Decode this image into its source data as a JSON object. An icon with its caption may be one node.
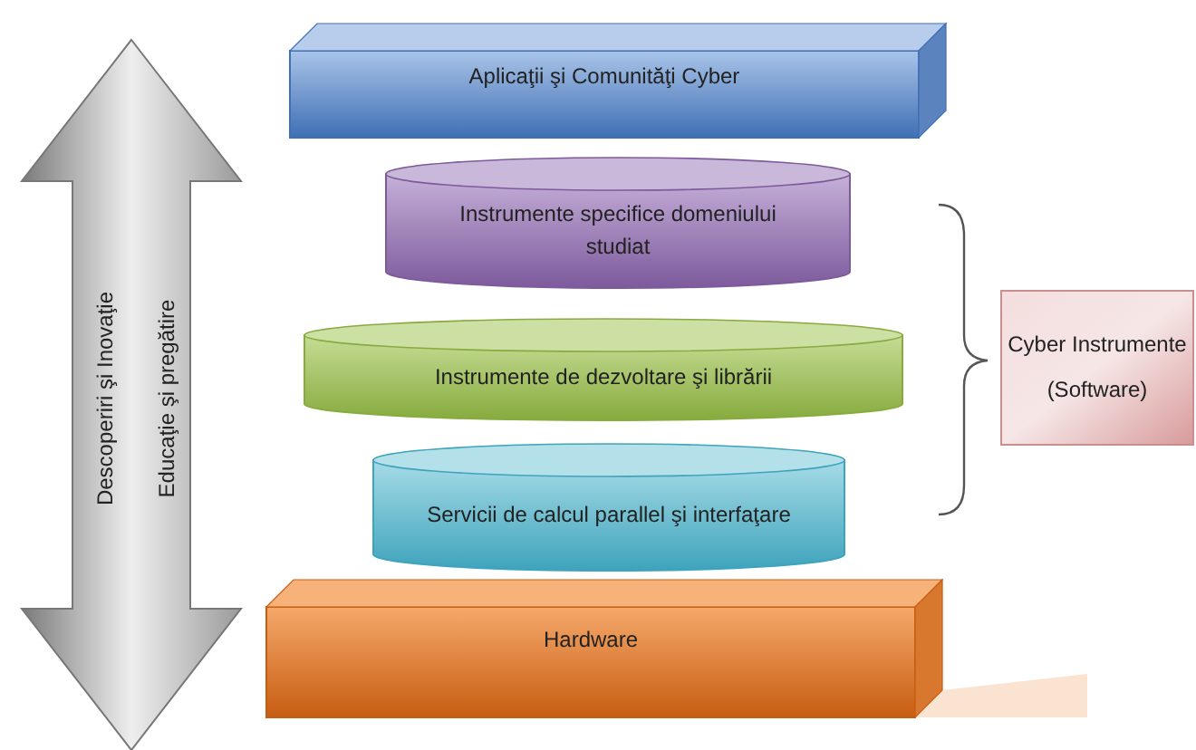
{
  "diagram": {
    "nodes": [
      {
        "text": [
          "Aplicaţii şi Comunităţi Cyber"
        ]
      },
      {
        "text": [
          "Instrumente specifice domeniului studiat"
        ]
      },
      {
        "text": [
          "Instrumente de dezvoltare şi librării"
        ]
      },
      {
        "text": [
          "Servicii de calcul parallel şi interfaţare"
        ]
      },
      {
        "text": [
          "Hardware"
        ]
      },
      {
        "text": [
          "Cyber Instrumente",
          "(Software)"
        ]
      },
      {
        "text": [
          "Descoperiri şi Inovaţie",
          "Educaţie şi pregătire"
        ]
      }
    ]
  }
}
